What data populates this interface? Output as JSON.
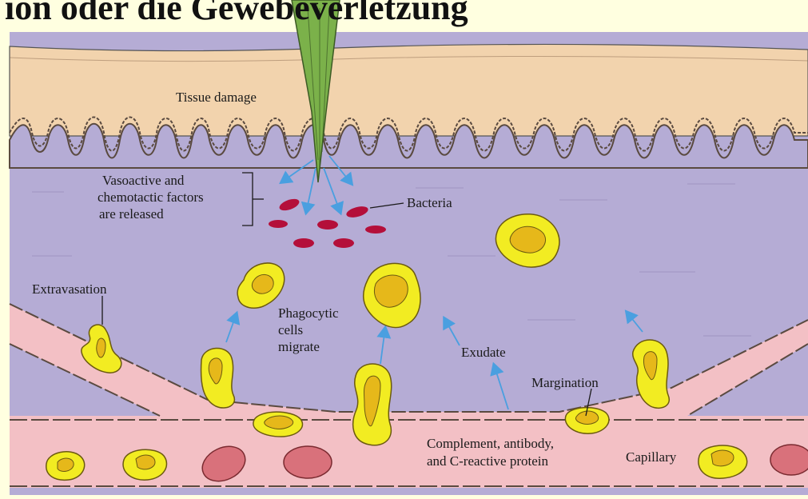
{
  "heading": "ion oder die Gewebeverletzung",
  "labels": {
    "tissue_damage": "Tissue damage",
    "factors": [
      "Vasoactive and",
      "chemotactic factors",
      "are released"
    ],
    "bacteria": "Bacteria",
    "extravasation": "Extravasation",
    "phagocytic": [
      "Phagocytic",
      "cells",
      "migrate"
    ],
    "exudate": "Exudate",
    "margination": "Margination",
    "complement": [
      "Complement, antibody,",
      "and C-reactive protein"
    ],
    "capillary": "Capillary"
  },
  "colors": {
    "background": "#ffffe0",
    "skin": "#f2d3ad",
    "tissue": "#b5acd5",
    "vessel": "#f3c0c5",
    "phagocyte": "#f2ec22",
    "phagocyte_nucleus": "#e6b81a",
    "bacteria": "#b40f3a",
    "red_cell": "#d9717b",
    "arrow": "#4a9fe0",
    "thorn": "#7bb14a"
  }
}
